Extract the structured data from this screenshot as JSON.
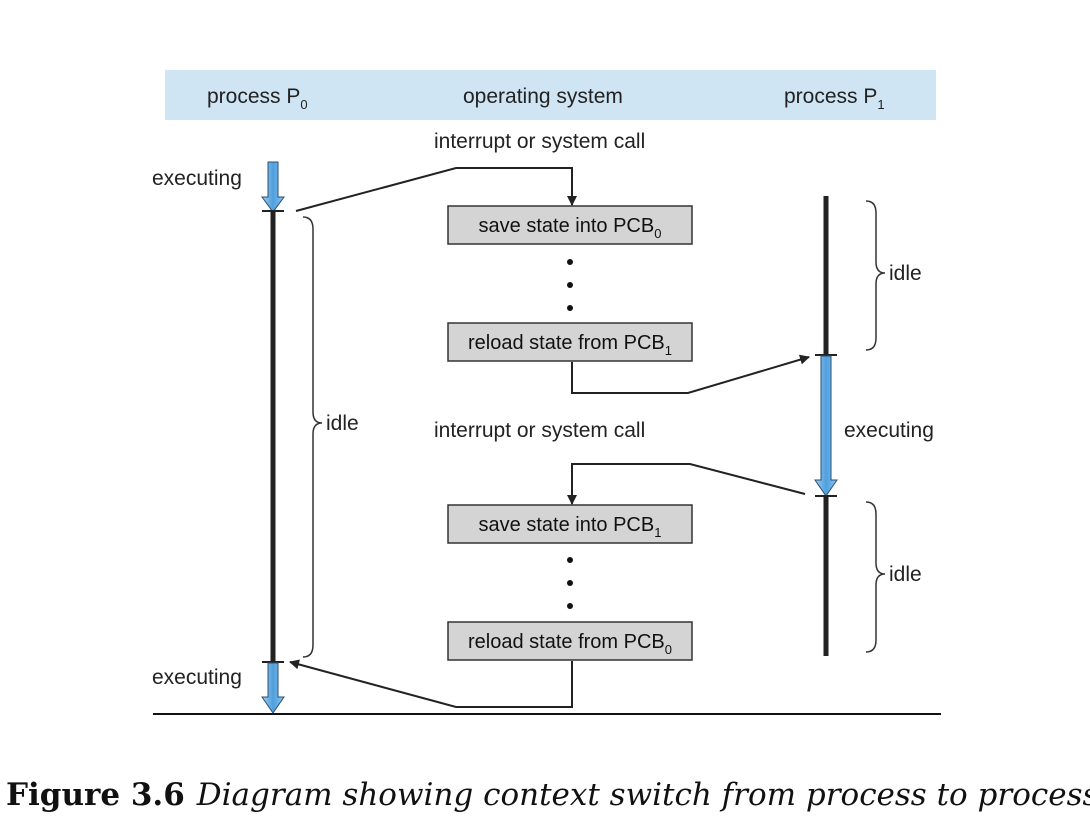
{
  "header": {
    "process_p0": "process P",
    "process_p0_sub": "0",
    "os": "operating system",
    "process_p1": "process P",
    "process_p1_sub": "1"
  },
  "interrupt_1": "interrupt or system call",
  "interrupt_2": "interrupt or system call",
  "p0": {
    "executing_top": "executing",
    "idle": "idle",
    "executing_bottom": "executing"
  },
  "p1": {
    "idle_top": "idle",
    "executing": "executing",
    "idle_bottom": "idle"
  },
  "boxes": {
    "save_1": "save state into PCB",
    "save_1_sub": "0",
    "reload_1": "reload state from PCB",
    "reload_1_sub": "1",
    "save_2": "save state into PCB",
    "save_2_sub": "1",
    "reload_2": "reload state from PCB",
    "reload_2_sub": "0"
  },
  "caption": {
    "number": "Figure 3.6",
    "text": "Diagram showing context switch from process to process."
  },
  "colors": {
    "header_band": "#cfe5f4",
    "box_fill": "#d4d4d4",
    "exec_arrow": "#5aa6e0"
  }
}
